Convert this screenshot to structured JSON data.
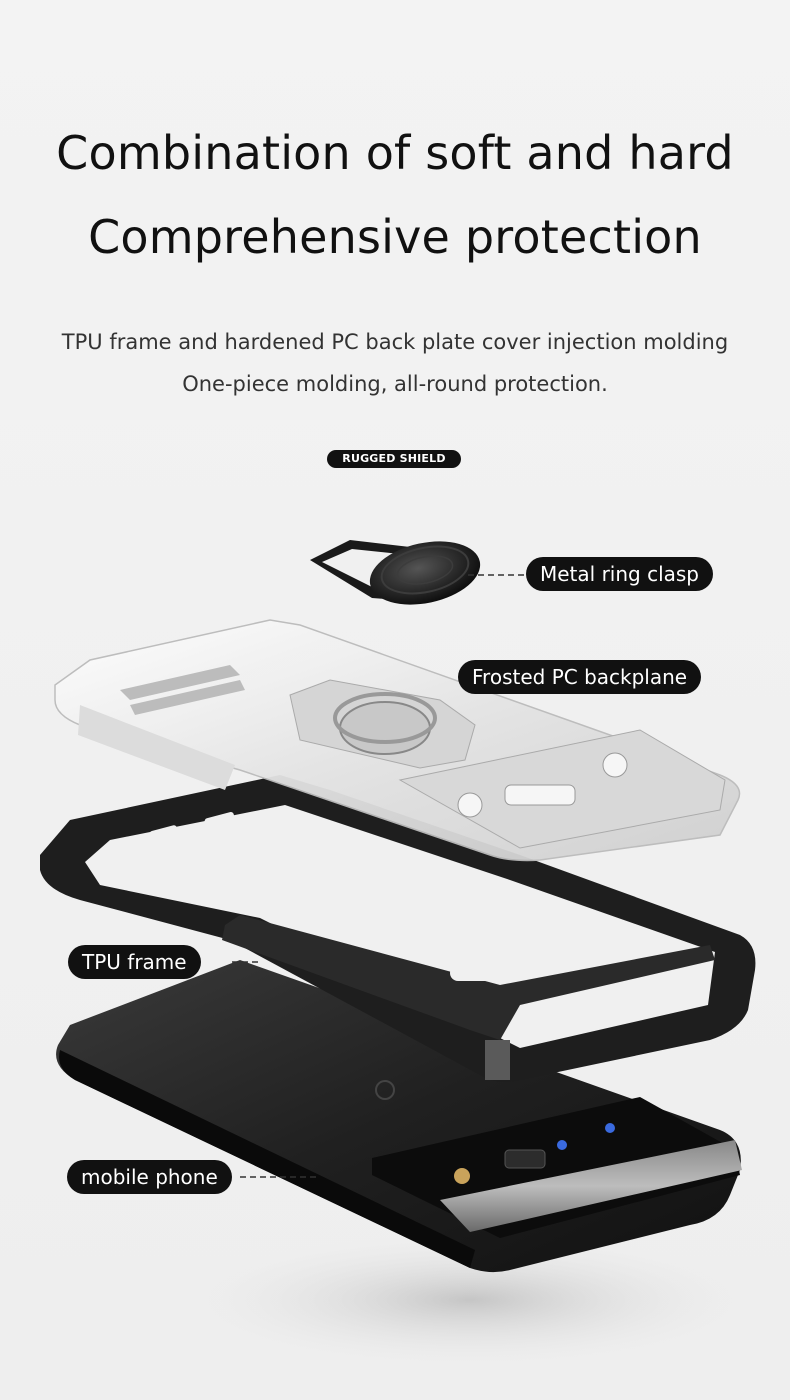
{
  "heading": {
    "line1": "Combination of soft and hard",
    "line2": "Comprehensive protection"
  },
  "subtitle": {
    "line1": "TPU frame and hardened PC back plate cover injection molding",
    "line2": "One-piece molding, all-round protection."
  },
  "badge": "RUGGED SHIELD",
  "callouts": {
    "ring": "Metal ring clasp",
    "backplane": "Frosted PC backplane",
    "frame": "TPU frame",
    "phone": "mobile phone"
  },
  "colors": {
    "background": "#f0f0f0",
    "tag": "#111111",
    "tag_text": "#ffffff"
  },
  "icons": [
    "ring-clasp-illustration",
    "pc-backplane-illustration",
    "tpu-frame-illustration",
    "phone-illustration"
  ]
}
